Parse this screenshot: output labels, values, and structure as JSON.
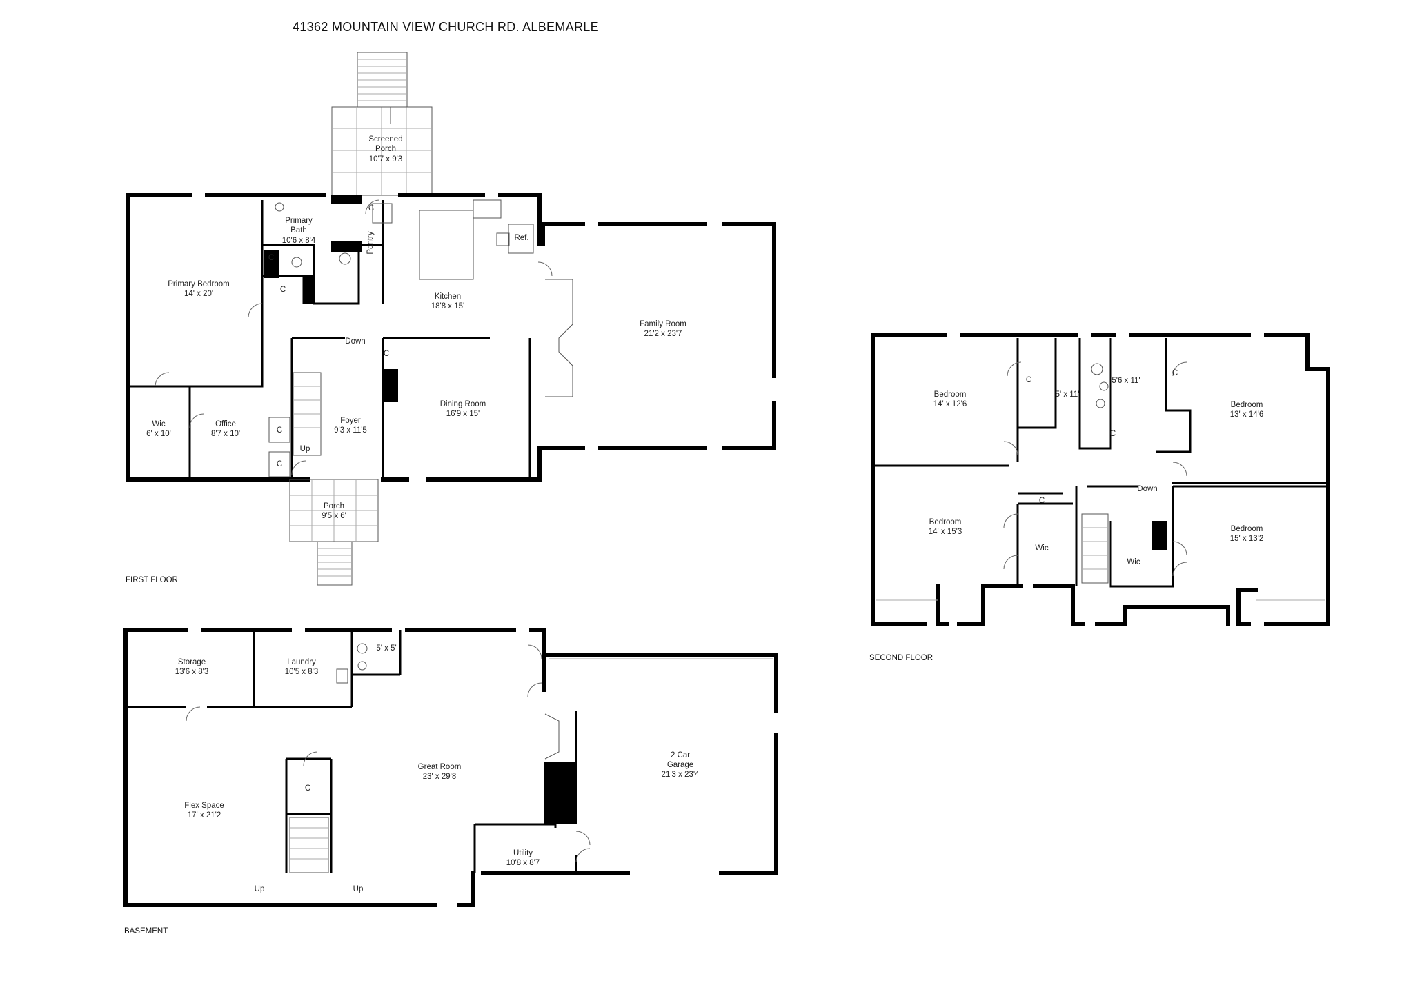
{
  "title": "41362 MOUNTAIN VIEW CHURCH RD. ALBEMARLE",
  "floors": {
    "first": {
      "label": "FIRST FLOOR",
      "rooms": {
        "screened_porch": {
          "name": "Screened\nPorch",
          "dim": "10'7 x 9'3"
        },
        "primary_bath": {
          "name": "Primary\nBath",
          "dim": "10'6 x 8'4"
        },
        "primary_bedroom": {
          "name": "Primary Bedroom",
          "dim": "14' x 20'"
        },
        "kitchen": {
          "name": "Kitchen",
          "dim": "18'8 x 15'"
        },
        "family_room": {
          "name": "Family Room",
          "dim": "21'2 x 23'7"
        },
        "dining_room": {
          "name": "Dining Room",
          "dim": "16'9 x 15'"
        },
        "foyer": {
          "name": "Foyer",
          "dim": "9'3 x 11'5"
        },
        "wic": {
          "name": "Wic",
          "dim": "6' x 10'"
        },
        "office": {
          "name": "Office",
          "dim": "8'7 x 10'"
        },
        "porch": {
          "name": "Porch",
          "dim": "9'5 x 6'"
        }
      },
      "marks": {
        "pantry": "Pantry",
        "ref": "Ref.",
        "down": "Down",
        "up": "Up",
        "closet": "C"
      }
    },
    "second": {
      "label": "SECOND FLOOR",
      "rooms": {
        "bed_nw": {
          "name": "Bedroom",
          "dim": "14' x 12'6"
        },
        "bath_a": {
          "dim": "5' x 11'"
        },
        "bath_b": {
          "dim": "5'6 x 11'"
        },
        "bed_ne": {
          "name": "Bedroom",
          "dim": "13' x 14'6"
        },
        "bed_sw": {
          "name": "Bedroom",
          "dim": "14' x 15'3"
        },
        "bed_se": {
          "name": "Bedroom",
          "dim": "15' x 13'2"
        },
        "wic_a": {
          "name": "Wic"
        },
        "wic_b": {
          "name": "Wic"
        }
      },
      "marks": {
        "down": "Down",
        "closet": "C"
      }
    },
    "basement": {
      "label": "BASEMENT",
      "rooms": {
        "storage": {
          "name": "Storage",
          "dim": "13'6 x 8'3"
        },
        "laundry": {
          "name": "Laundry",
          "dim": "10'5 x 8'3"
        },
        "bath": {
          "dim": "5' x 5'"
        },
        "great_room": {
          "name": "Great Room",
          "dim": "23' x 29'8"
        },
        "garage": {
          "name": "2 Car\nGarage",
          "dim": "21'3 x 23'4"
        },
        "flex_space": {
          "name": "Flex Space",
          "dim": "17' x 21'2"
        },
        "utility": {
          "name": "Utility",
          "dim": "10'8 x 8'7"
        }
      },
      "marks": {
        "up_left": "Up",
        "up_right": "Up",
        "closet": "C"
      }
    }
  }
}
